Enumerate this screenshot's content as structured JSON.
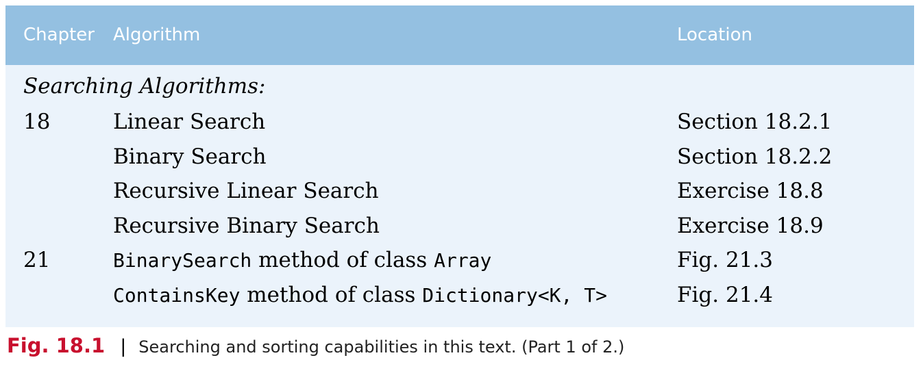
{
  "table": {
    "headers": [
      "Chapter",
      "Algorithm",
      "Location"
    ],
    "section_title": "Searching Algorithms:",
    "rows": [
      {
        "chapter": "18",
        "algorithm": [
          {
            "text": "Linear Search",
            "code": false
          }
        ],
        "location": "Section 18.2.1"
      },
      {
        "chapter": "",
        "algorithm": [
          {
            "text": "Binary Search",
            "code": false
          }
        ],
        "location": "Section 18.2.2"
      },
      {
        "chapter": "",
        "algorithm": [
          {
            "text": "Recursive Linear Search",
            "code": false
          }
        ],
        "location": "Exercise 18.8"
      },
      {
        "chapter": "",
        "algorithm": [
          {
            "text": "Recursive Binary Search",
            "code": false
          }
        ],
        "location": "Exercise 18.9"
      },
      {
        "chapter": "21",
        "algorithm": [
          {
            "text": "BinarySearch",
            "code": true
          },
          {
            "text": " method of class ",
            "code": false
          },
          {
            "text": "Array",
            "code": true
          }
        ],
        "location": "Fig. 21.3"
      },
      {
        "chapter": "",
        "algorithm": [
          {
            "text": "ContainsKey",
            "code": true
          },
          {
            "text": " method of class ",
            "code": false
          },
          {
            "text": "Dictionary<K, T>",
            "code": true
          }
        ],
        "location": "Fig. 21.4"
      }
    ]
  },
  "caption": {
    "label": "Fig. 18.1",
    "separator": "|",
    "text": "Searching and sorting capabilities in this text. (Part 1 of 2.)"
  },
  "colors": {
    "header_bg": "#94c0e1",
    "table_bg": "#ebf3fb",
    "figure_label": "#c8102e"
  }
}
